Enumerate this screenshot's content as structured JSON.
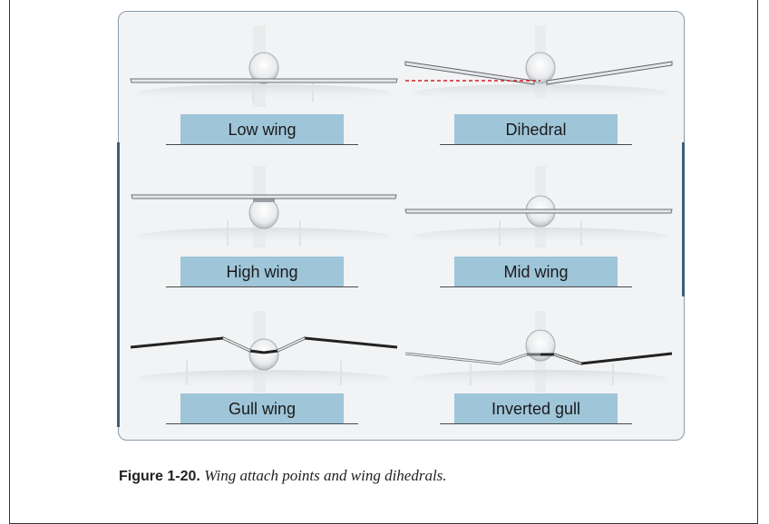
{
  "figure": {
    "panels": [
      {
        "key": "low_wing",
        "label": "Low wing"
      },
      {
        "key": "dihedral",
        "label": "Dihedral"
      },
      {
        "key": "high_wing",
        "label": "High wing"
      },
      {
        "key": "mid_wing",
        "label": "Mid wing"
      },
      {
        "key": "gull_wing",
        "label": "Gull wing"
      },
      {
        "key": "inverted_gull",
        "label": "Inverted gull"
      }
    ],
    "caption_number": "Figure 1-20.",
    "caption_text": "Wing attach points and wing dihedrals."
  },
  "colors": {
    "label_fill": "#9fc5d9",
    "panel_background": "#f2f3f4",
    "panel_accent": "#3d5f7a",
    "dihedral_reference_line": "#d42020"
  }
}
